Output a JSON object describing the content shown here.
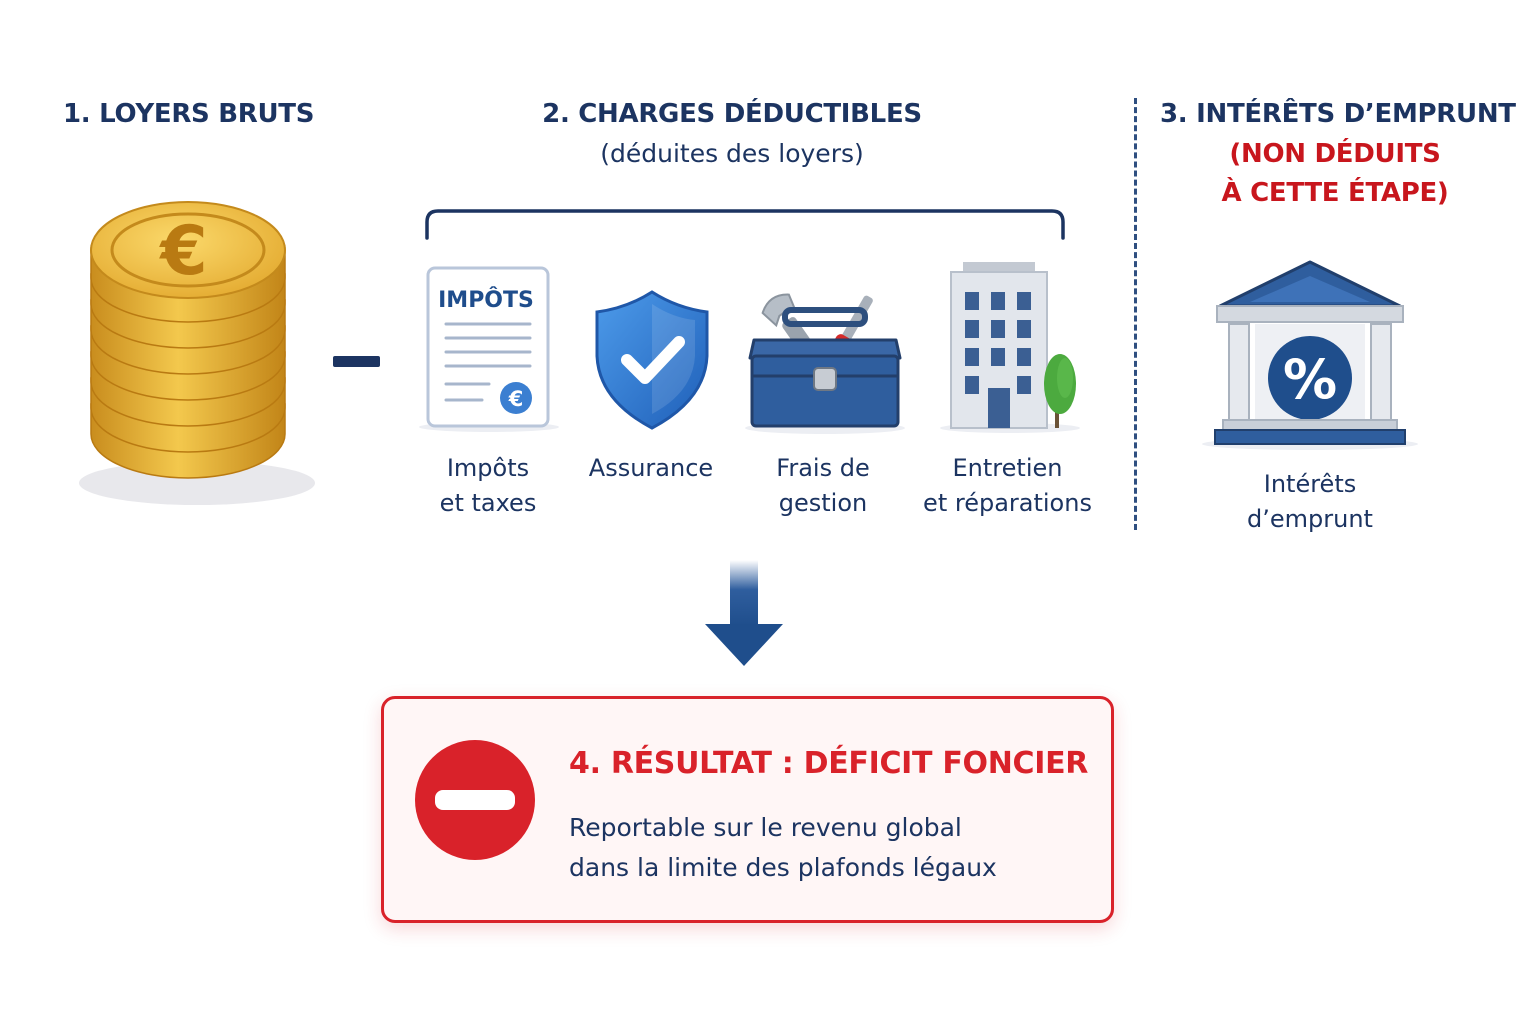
{
  "steps": {
    "step1": {
      "title": "1. LOYERS BRUTS"
    },
    "step2": {
      "title": "2. CHARGES DÉDUCTIBLES",
      "subtitle": "(déduites des loyers)"
    },
    "step3": {
      "title": "3. INTÉRÊTS D’EMPRUNT",
      "note_line1": "(NON DÉDUITS",
      "note_line2": "À CETTE ÉTAPE)"
    },
    "step4": {
      "title": "4. RÉSULTAT : DÉFICIT FONCIER",
      "line1": "Reportable sur le revenu global",
      "line2": "dans la limite des plafonds légaux"
    }
  },
  "coin_symbol": "€",
  "document_title": "IMPÔTS",
  "bank_symbol": "%",
  "charges": [
    {
      "line1": "Impôts",
      "line2": "et taxes",
      "icon": "tax-document-icon"
    },
    {
      "line1": "Assurance",
      "line2": "",
      "icon": "shield-check-icon"
    },
    {
      "line1": "Frais de",
      "line2": "gestion",
      "icon": "toolbox-icon"
    },
    {
      "line1": "Entretien",
      "line2": "et réparations",
      "icon": "building-icon"
    }
  ],
  "interest": {
    "line1": "Intérêts",
    "line2": "d’emprunt",
    "icon": "bank-icon"
  },
  "colors": {
    "navy": "#1c3461",
    "blue": "#2f5f9e",
    "red": "#d9222a",
    "gold": "#e9b43a"
  }
}
